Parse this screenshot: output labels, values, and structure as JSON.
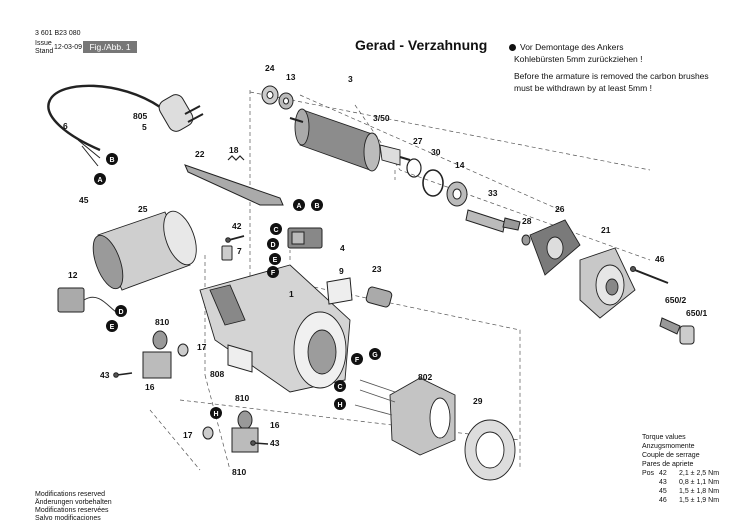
{
  "header": {
    "doc_number": "3 601 B23 080",
    "issue_label": "Issue",
    "stand_label": "Stand",
    "date": "12-03-09",
    "figure": "Fig./Abb. 1"
  },
  "title": "Gerad - Verzahnung",
  "notes": {
    "de_line1": "Vor Demontage des Ankers",
    "de_line2": "Kohlebürsten 5mm zurückziehen !",
    "en_line1": "Before the armature is removed the carbon brushes",
    "en_line2": "must be withdrawn by at least 5mm !"
  },
  "part_numbers": [
    "24",
    "13",
    "3",
    "3/50",
    "27",
    "30",
    "14",
    "33",
    "28",
    "26",
    "21",
    "46",
    "650/2",
    "650/1",
    "6",
    "805",
    "5",
    "18",
    "22",
    "45",
    "25",
    "42",
    "7",
    "4",
    "9",
    "23",
    "1",
    "12",
    "810",
    "17",
    "43",
    "16",
    "808",
    "802",
    "29",
    "810",
    "17",
    "16",
    "43",
    "810"
  ],
  "markers": [
    "A",
    "B",
    "C",
    "D",
    "E",
    "F",
    "G",
    "H"
  ],
  "torque": {
    "heading": [
      "Torque values",
      "Anzugsmomente",
      "Couple de serrage",
      "Pares de apriete"
    ],
    "rows": [
      {
        "pos": "Pos",
        "item": "42",
        "value": "2,1 ± 2,5 Nm"
      },
      {
        "pos": "",
        "item": "43",
        "value": "0,8 ± 1,1 Nm"
      },
      {
        "pos": "",
        "item": "45",
        "value": "1,5 ± 1,8 Nm"
      },
      {
        "pos": "",
        "item": "46",
        "value": "1,5 ± 1,9 Nm"
      }
    ]
  },
  "footer": [
    "Modifications reserved",
    "Änderungen vorbehalten",
    "Modifications reservées",
    "Salvo modificaciones"
  ]
}
